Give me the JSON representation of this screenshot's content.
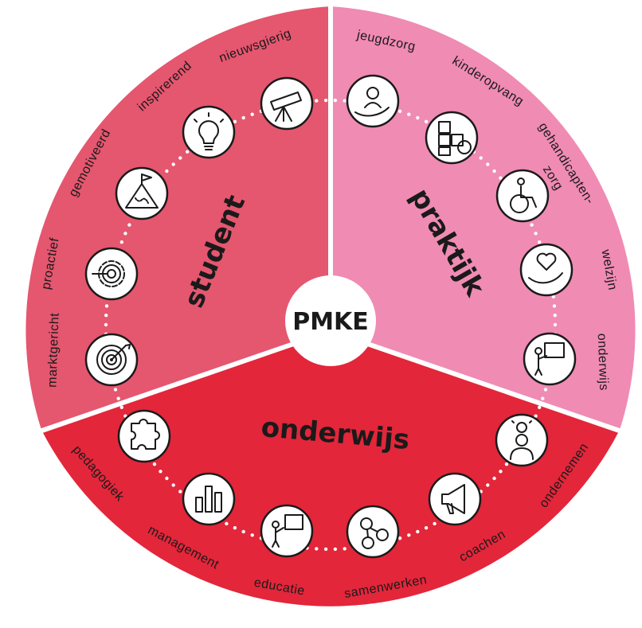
{
  "center": {
    "label": "PMKE"
  },
  "colors": {
    "student": "#e5566f",
    "praktijk": "#f08bb3",
    "onderwijs": "#e3263a",
    "divider": "#ffffff",
    "ink": "#1a1a1a"
  },
  "segments": {
    "student": {
      "title": "student",
      "keywords": [
        "marktgericht",
        "proactief",
        "gemotiveerd",
        "inspirerend",
        "nieuwsgierig"
      ],
      "icons": [
        "target-icon",
        "gear-icon",
        "summit-flag-icon",
        "lightbulb-icon",
        "telescope-icon"
      ]
    },
    "praktijk": {
      "title": "praktijk",
      "keywords": [
        "jeugdzorg",
        "kinderopvang",
        "gehandicapten-",
        "zorg",
        "welzijn",
        "onderwijs"
      ],
      "icons": [
        "child-in-hand-icon",
        "abc-blocks-icon",
        "wheelchair-icon",
        "heart-in-hand-icon",
        "teacher-board-icon"
      ]
    },
    "onderwijs": {
      "title": "onderwijs",
      "keywords": [
        "pedagogiek",
        "management",
        "educatie",
        "samenwerken",
        "coachen",
        "ondernemen"
      ],
      "icons": [
        "puzzle-icon",
        "bar-chart-icon",
        "presenter-icon",
        "network-icon",
        "megaphone-icon",
        "idea-person-icon"
      ]
    }
  }
}
